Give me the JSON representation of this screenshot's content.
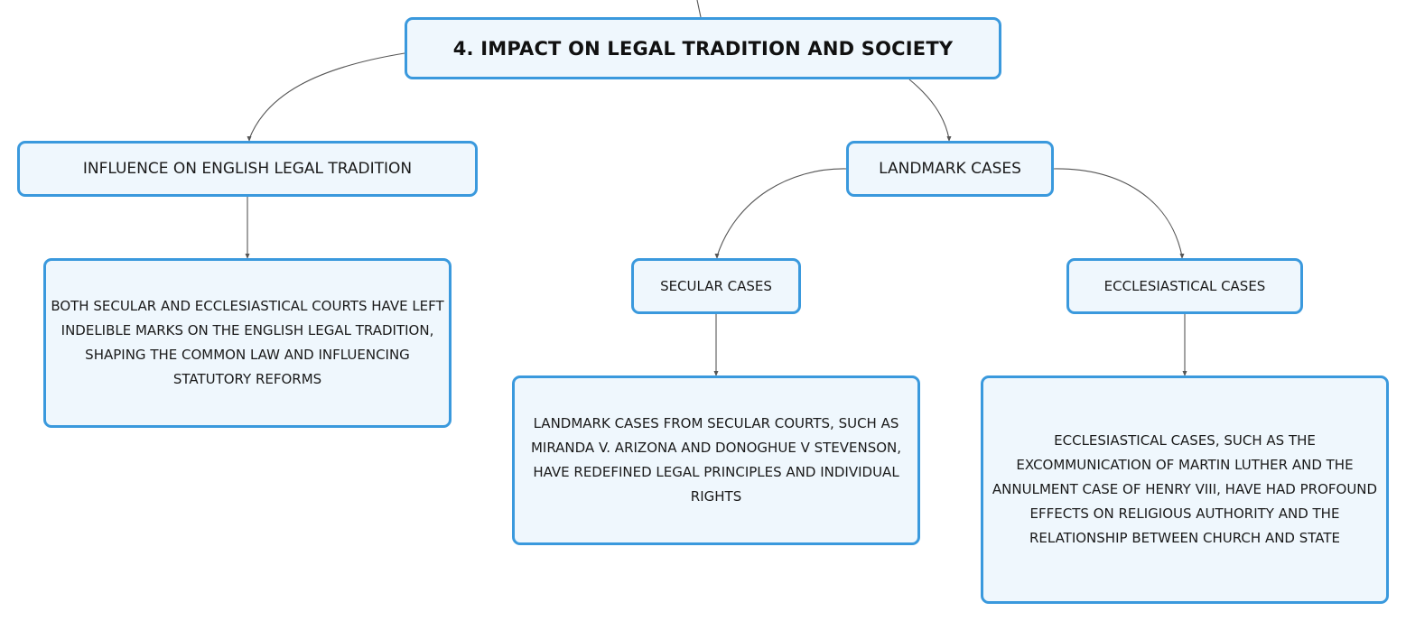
{
  "root": {
    "title": "4. IMPACT ON LEGAL TRADITION AND SOCIETY"
  },
  "influence": {
    "title": "INFLUENCE ON ENGLISH LEGAL TRADITION",
    "text": "BOTH SECULAR AND ECCLESIASTICAL COURTS HAVE LEFT INDELIBLE MARKS ON THE ENGLISH LEGAL TRADITION, SHAPING THE COMMON LAW AND INFLUENCING STATUTORY REFORMS"
  },
  "landmark": {
    "title": "LANDMARK CASES",
    "secular": {
      "title": "SECULAR CASES",
      "text": "LANDMARK CASES FROM SECULAR COURTS, SUCH AS MIRANDA V. ARIZONA AND DONOGHUE V STEVENSON, HAVE REDEFINED LEGAL PRINCIPLES AND INDIVIDUAL RIGHTS"
    },
    "ecclesiastical": {
      "title": "ECCLESIASTICAL CASES",
      "text": "ECCLESIASTICAL CASES, SUCH AS THE EXCOMMUNICATION OF MARTIN LUTHER AND THE ANNULMENT CASE OF HENRY VIII, HAVE HAD PROFOUND EFFECTS ON RELIGIOUS AUTHORITY AND THE RELATIONSHIP BETWEEN CHURCH AND STATE"
    }
  },
  "colors": {
    "node_border": "#3a99dd",
    "node_fill": "#eff7fd",
    "connector": "#555555"
  }
}
